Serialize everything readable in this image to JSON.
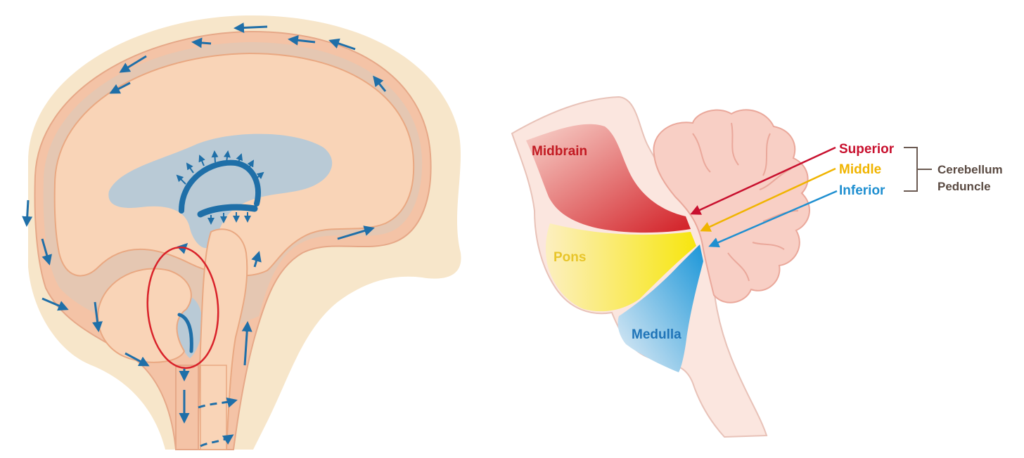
{
  "labels": {
    "midbrain": "Midbrain",
    "pons": "Pons",
    "medulla": "Medulla",
    "superior": "Superior",
    "middle": "Middle",
    "inferior": "Inferior",
    "cerebellum": "Cerebellum",
    "peduncle": "Peduncle"
  },
  "colors": {
    "skull": "#f7e3c6",
    "brain": "#f9d3b5",
    "brain_outline": "#e9a882",
    "meninges": "#f5bfa2",
    "ventricle": "#b9cad6",
    "csf_arrow": "#1f6fa8",
    "highlight_circle": "#d9222a",
    "midbrain": "#d52b2b",
    "pons": "#f4dc18",
    "medulla": "#2f8fcf",
    "brainstem_bg": "#fbe3dc",
    "cerebellum": "#f8cdc4",
    "superior_text": "#c8102e",
    "middle_text": "#f0b400",
    "inferior_text": "#1f8fd0",
    "bracket_text": "#5a4a42"
  }
}
